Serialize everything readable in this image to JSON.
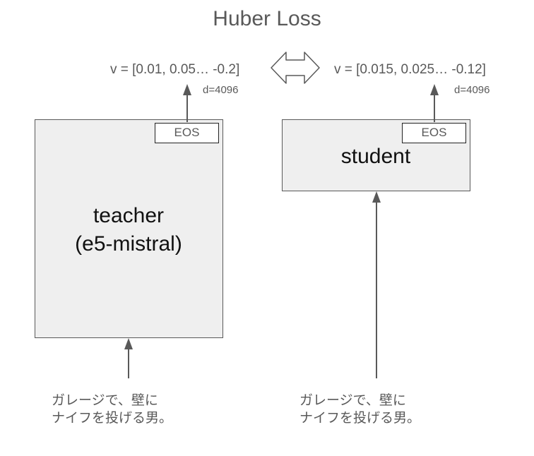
{
  "title": "Huber Loss",
  "teacher": {
    "vector": "v = [0.01, 0.05… -0.2]",
    "dim": "d=4096",
    "eos": "EOS",
    "label_line1": "teacher",
    "label_line2": "(e5-mistral)",
    "input": "ガレージで、壁に\nナイフを投げる男。"
  },
  "student": {
    "vector": "v = [0.015, 0.025… -0.12]",
    "dim": "d=4096",
    "eos": "EOS",
    "label": "student",
    "input": "ガレージで、壁に\nナイフを投げる男。"
  },
  "colors": {
    "box_fill": "#efefef",
    "stroke": "#595959",
    "text_gray": "#595959"
  }
}
